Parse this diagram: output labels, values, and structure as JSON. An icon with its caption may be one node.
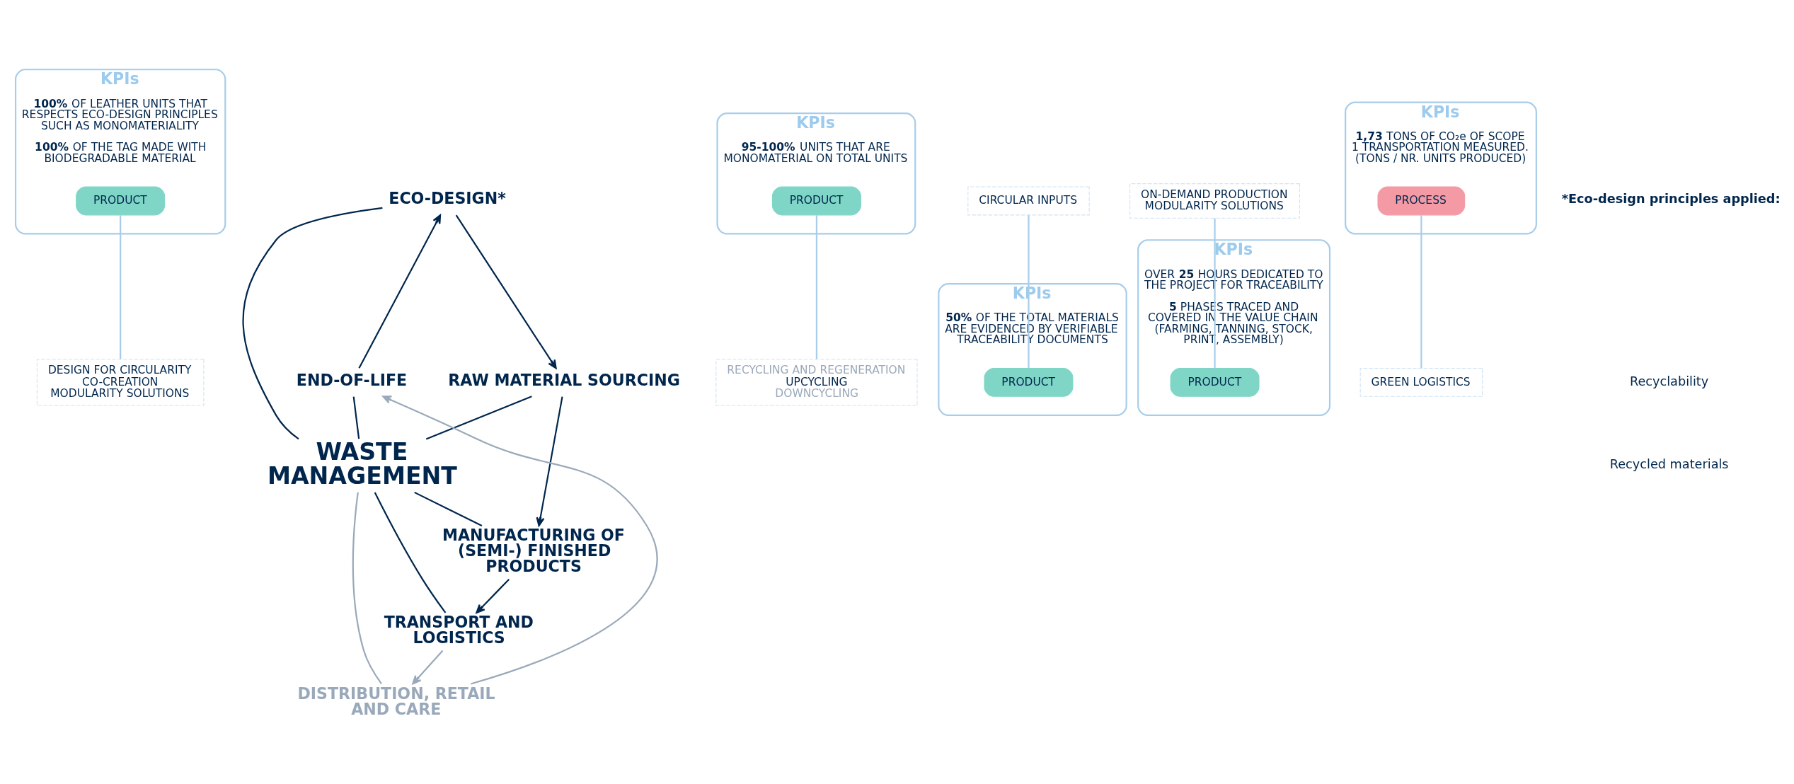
{
  "diagram": {
    "nodes": [
      {
        "text": [
          "KPIs",
          "**100%** OF LEATHER UNITS THAT RESPECTS ECO-DESIGN PRINCIPLES SUCH AS MONOMATERIALITY",
          "**100%** OF THE TAG MADE WITH BIODEGRADABLE MATERIAL"
        ]
      },
      {
        "text": [
          "PRODUCT"
        ],
        "in": 0
      },
      {
        "text": [
          "DESIGN FOR CIRCULARITY",
          "CO-CREATION",
          "MODULARITY SOLUTIONS"
        ]
      },
      {
        "text": [
          "ECO-DESIGN*"
        ]
      },
      {
        "text": [
          "KPIs",
          "**95-100%** UNITS THAT ARE MONOMATERIAL ON TOTAL UNITS"
        ]
      },
      {
        "text": [
          "PRODUCT"
        ],
        "in": 4
      },
      {
        "text": [
          "END-OF-LIFE"
        ]
      },
      {
        "text": [
          "RECYCLING AND REGENERATION",
          "UPCYCLING",
          "DOWNCYCLING"
        ]
      },
      {
        "text": [
          "RAW MATERIAL SOURCING"
        ]
      },
      {
        "text": [
          "CIRCULAR INPUTS"
        ]
      },
      {
        "text": [
          "KPIs",
          "**50%** OF THE TOTAL MATERIALS ARE EVIDENCED BY VERIFIABLE TRACEABILITY DOCUMENTS"
        ]
      },
      {
        "text": [
          "PRODUCT"
        ],
        "in": 10
      },
      {
        "text": [
          "WASTE MANAGEMENT"
        ]
      },
      {
        "text": [
          "ON-DEMAND PRODUCTION",
          "MODULARITY SOLUTIONS"
        ]
      },
      {
        "text": [
          "KPIs",
          "OVER **25** HOURS DEDICATED TO THE PROJECT FOR TRACEABILITY",
          "**5** PHASES TRACED AND COVERED IN THE VALUE CHAIN (FARMING, TANNING, STOCK, PRINT, ASSEMBLY)"
        ]
      },
      {
        "text": [
          "PRODUCT"
        ],
        "in": 14
      },
      {
        "text": [
          "KPIs",
          "**1,73** TONS OF CO₂e OF SCOPE 1 TRANSPORTATION MEASURED. (TONS / NR. UNITS PRODUCED)"
        ]
      },
      {
        "text": [
          "PROCESS"
        ],
        "in": 16
      },
      {
        "text": [
          "DISTRIBUTION, RETAIL AND CARE"
        ]
      },
      {
        "text": [
          "MANUFACTURING OF (SEMI-) FINISHED PRODUCTS"
        ]
      },
      {
        "text": [
          "GREEN LOGISTICS"
        ]
      },
      {
        "text": [
          "TRANSPORT AND LOGISTICS"
        ]
      }
    ],
    "edges": [
      {
        "from": 6,
        "to": 3,
        "arrow": "to"
      },
      {
        "from": 3,
        "to": 8,
        "arrow": "to"
      },
      {
        "from": 8,
        "to": 19,
        "arrow": "to"
      },
      {
        "from": 19,
        "to": 21,
        "arrow": "to"
      },
      {
        "from": 21,
        "to": 18,
        "arrow": "to",
        "color": "#9aa9ba"
      },
      {
        "from": 18,
        "to": 6,
        "arrow": "to",
        "color": "#9aa9ba"
      },
      {
        "from": 3,
        "to": 12,
        "arrow": "none"
      },
      {
        "from": 8,
        "to": 12,
        "arrow": "none"
      },
      {
        "from": 12,
        "to": 19,
        "arrow": "none"
      },
      {
        "from": 12,
        "to": 21,
        "arrow": "none"
      },
      {
        "from": 12,
        "to": 18,
        "arrow": "none",
        "color": "#9aa9ba"
      },
      {
        "from": 6,
        "to": 12,
        "arrow": "none"
      },
      {
        "from": 1,
        "to": 2,
        "arrow": "none",
        "color": "#a7cdea"
      },
      {
        "from": 9,
        "to": 11,
        "arrow": "none",
        "color": "#a7cdea"
      },
      {
        "from": 13,
        "to": 15,
        "arrow": "none",
        "color": "#a7cdea"
      },
      {
        "from": 17,
        "to": 20,
        "arrow": "none",
        "color": "#a7cdea"
      },
      {
        "from": 5,
        "to": 7,
        "arrow": "none",
        "color": "#a7cdea"
      }
    ],
    "labels": [
      "*Eco-design principles applied:",
      "Recyclability",
      "Recycled materials"
    ]
  }
}
